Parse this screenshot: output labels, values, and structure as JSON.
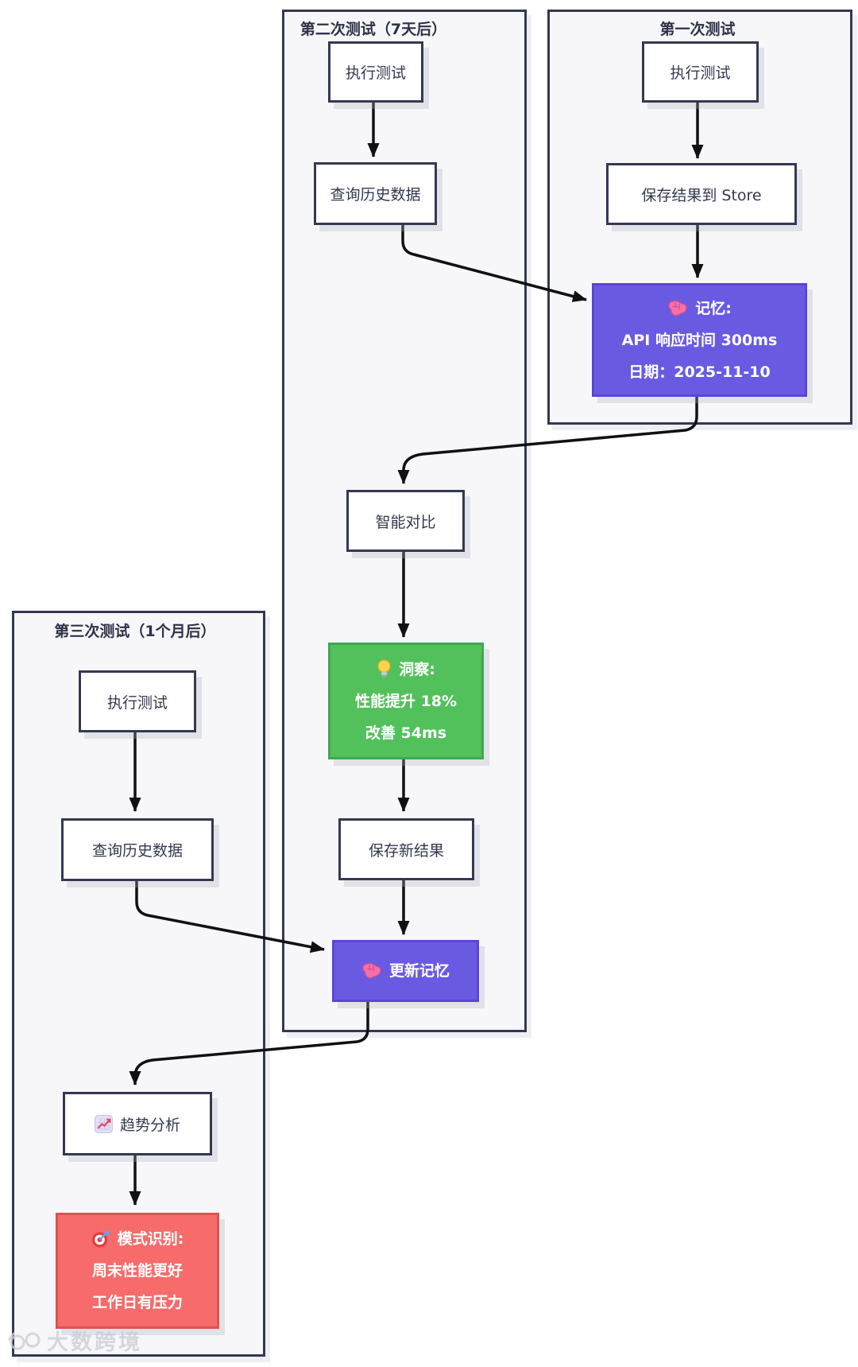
{
  "groups": {
    "first": {
      "title": "第一次测试"
    },
    "second": {
      "title": "第二次测试（7天后）"
    },
    "third": {
      "title": "第三次测试（1个月后）"
    }
  },
  "nodes": {
    "first_run": {
      "label": "执行测试"
    },
    "first_save": {
      "label": "保存结果到 Store"
    },
    "first_memory": {
      "icon": "brain-icon",
      "line1": "记忆:",
      "line2": "API 响应时间 300ms",
      "line3": "日期：2025-11-10"
    },
    "second_run": {
      "label": "执行测试"
    },
    "second_query": {
      "label": "查询历史数据"
    },
    "second_compare": {
      "label": "智能对比"
    },
    "second_insight": {
      "icon": "bulb-icon",
      "line1": "洞察:",
      "line2": "性能提升 18%",
      "line3": "改善 54ms"
    },
    "second_save_new": {
      "label": "保存新结果"
    },
    "second_update_memory": {
      "icon": "brain-icon",
      "label": "更新记忆"
    },
    "third_run": {
      "label": "执行测试"
    },
    "third_query": {
      "label": "查询历史数据"
    },
    "third_trend": {
      "icon": "chart-increasing-icon",
      "label": "趋势分析"
    },
    "third_pattern": {
      "icon": "target-icon",
      "line1": "模式识别:",
      "line2": "周末性能更好",
      "line3": "工作日有压力"
    }
  },
  "watermark": {
    "text": "大数跨境"
  },
  "colors": {
    "memory_purple": "#6a5ae2",
    "insight_green": "#52c15c",
    "pattern_red": "#f76b6b",
    "node_border": "#343852",
    "subgraph_bg": "#f7f7fa",
    "edge_black": "#111111"
  }
}
